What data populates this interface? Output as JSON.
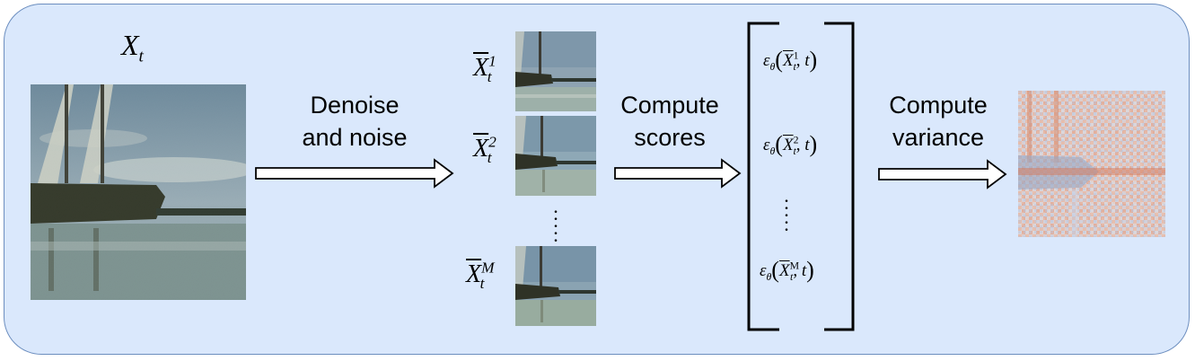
{
  "input_label": "X",
  "input_subscript": "t",
  "step1_label": "Denoise\nand noise",
  "step2_label": "Compute\nscores",
  "step3_label": "Compute\nvariance",
  "samples": [
    {
      "base": "X",
      "sub": "t",
      "sup": "1"
    },
    {
      "base": "X",
      "sub": "t",
      "sup": "2"
    },
    {
      "base": "X",
      "sub": "t",
      "sup": "M"
    }
  ],
  "score_entries": [
    {
      "eps": "ε",
      "eps_sub": "θ",
      "base": "X",
      "sub": "t",
      "sup": "1",
      "arg": "t"
    },
    {
      "eps": "ε",
      "eps_sub": "θ",
      "base": "X",
      "sub": "t",
      "sup": "2",
      "arg": "t"
    },
    {
      "eps": "ε",
      "eps_sub": "θ",
      "base": "X",
      "sub": "t",
      "sup": "M",
      "arg": "t"
    }
  ],
  "colors": {
    "panel_fill": "#dae8fc",
    "panel_border": "#6c8ebf"
  }
}
